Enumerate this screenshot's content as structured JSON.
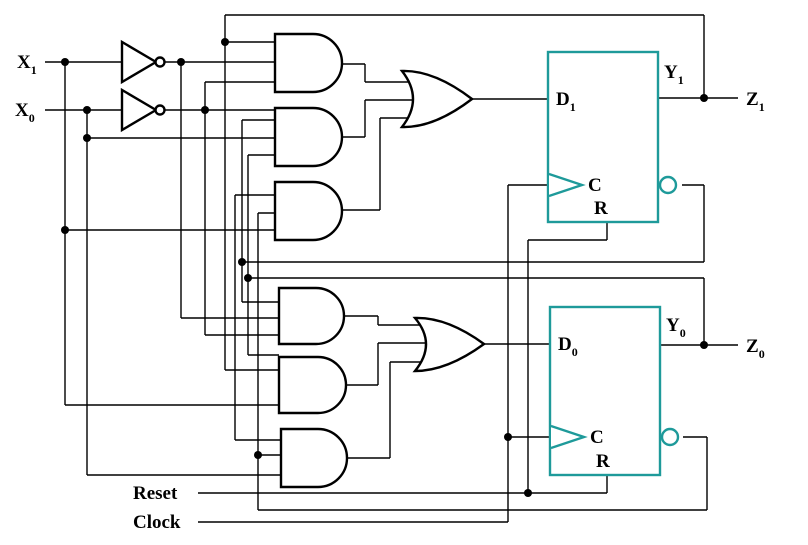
{
  "inputs": {
    "x1": {
      "name": "X",
      "sub": "1"
    },
    "x0": {
      "name": "X",
      "sub": "0"
    },
    "reset": "Reset",
    "clock": "Clock"
  },
  "flipflops": {
    "ff1": {
      "d_name": "D",
      "d_sub": "1",
      "q_name": "Y",
      "q_sub": "1",
      "clk": "C",
      "rst": "R"
    },
    "ff0": {
      "d_name": "D",
      "d_sub": "0",
      "q_name": "Y",
      "q_sub": "0",
      "clk": "C",
      "rst": "R"
    }
  },
  "outputs": {
    "z1": {
      "name": "Z",
      "sub": "1"
    },
    "z0": {
      "name": "Z",
      "sub": "0"
    }
  },
  "colors": {
    "wire": "#000000",
    "flipflop": "#1e9a9a"
  }
}
